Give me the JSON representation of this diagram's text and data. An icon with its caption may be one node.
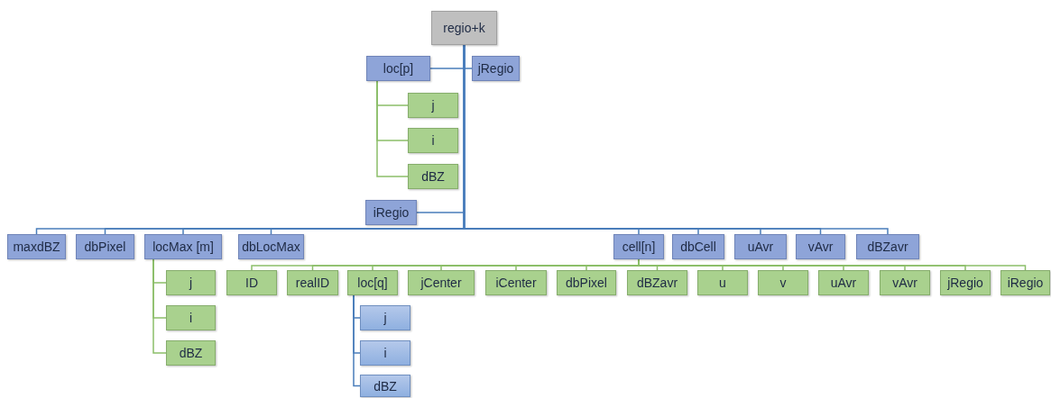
{
  "diagram": {
    "nodes": [
      {
        "text": [
          "regio+k"
        ]
      },
      {
        "text": [
          "loc[p]"
        ]
      },
      {
        "text": [
          "jRegio"
        ]
      },
      {
        "text": [
          "j"
        ]
      },
      {
        "text": [
          "i"
        ]
      },
      {
        "text": [
          "dBZ"
        ]
      },
      {
        "text": [
          "iRegio"
        ]
      },
      {
        "text": [
          "maxdBZ"
        ]
      },
      {
        "text": [
          "dbPixel"
        ]
      },
      {
        "text": [
          "locMax [m]"
        ]
      },
      {
        "text": [
          "dbLocMax"
        ]
      },
      {
        "text": [
          "cell[n]"
        ]
      },
      {
        "text": [
          "dbCell"
        ]
      },
      {
        "text": [
          "uAvr"
        ]
      },
      {
        "text": [
          "vAvr"
        ]
      },
      {
        "text": [
          "dBZavr"
        ]
      },
      {
        "text": [
          "j"
        ]
      },
      {
        "text": [
          "i"
        ]
      },
      {
        "text": [
          "dBZ"
        ]
      },
      {
        "text": [
          "ID"
        ]
      },
      {
        "text": [
          "realID"
        ]
      },
      {
        "text": [
          "loc[q]"
        ]
      },
      {
        "text": [
          "jCenter"
        ]
      },
      {
        "text": [
          "iCenter"
        ]
      },
      {
        "text": [
          "dbPixel"
        ]
      },
      {
        "text": [
          "dBZavr"
        ]
      },
      {
        "text": [
          "u"
        ]
      },
      {
        "text": [
          "v"
        ]
      },
      {
        "text": [
          "uAvr"
        ]
      },
      {
        "text": [
          "vAvr"
        ]
      },
      {
        "text": [
          "jRegio"
        ]
      },
      {
        "text": [
          "iRegio"
        ]
      },
      {
        "text": [
          "j"
        ]
      },
      {
        "text": [
          "i"
        ]
      },
      {
        "text": [
          "dBZ"
        ]
      }
    ],
    "edges": [
      {
        "from": 0,
        "to": 1,
        "arrow": "none",
        "color": "#4a7ebb"
      },
      {
        "from": 0,
        "to": 2,
        "arrow": "none",
        "color": "#4a7ebb"
      },
      {
        "from": 1,
        "to": 3,
        "arrow": "none"
      },
      {
        "from": 1,
        "to": 4,
        "arrow": "none"
      },
      {
        "from": 1,
        "to": 5,
        "arrow": "none"
      },
      {
        "from": 0,
        "to": 6,
        "arrow": "none",
        "color": "#4a7ebb"
      },
      {
        "from": 0,
        "to": 7,
        "arrow": "none",
        "color": "#4a7ebb"
      },
      {
        "from": 0,
        "to": 8,
        "arrow": "none",
        "color": "#4a7ebb"
      },
      {
        "from": 0,
        "to": 9,
        "arrow": "none",
        "color": "#4a7ebb"
      },
      {
        "from": 0,
        "to": 10,
        "arrow": "none",
        "color": "#4a7ebb"
      },
      {
        "from": 0,
        "to": 11,
        "arrow": "none",
        "color": "#4a7ebb"
      },
      {
        "from": 0,
        "to": 12,
        "arrow": "none",
        "color": "#4a7ebb"
      },
      {
        "from": 0,
        "to": 13,
        "arrow": "none",
        "color": "#4a7ebb"
      },
      {
        "from": 0,
        "to": 14,
        "arrow": "none",
        "color": "#4a7ebb"
      },
      {
        "from": 0,
        "to": 15,
        "arrow": "none",
        "color": "#4a7ebb"
      },
      {
        "from": 9,
        "to": 16,
        "arrow": "none"
      },
      {
        "from": 9,
        "to": 17,
        "arrow": "none"
      },
      {
        "from": 9,
        "to": 18,
        "arrow": "none"
      },
      {
        "from": 11,
        "to": 19,
        "arrow": "none"
      },
      {
        "from": 11,
        "to": 20,
        "arrow": "none"
      },
      {
        "from": 11,
        "to": 21,
        "arrow": "none"
      },
      {
        "from": 11,
        "to": 22,
        "arrow": "none"
      },
      {
        "from": 11,
        "to": 23,
        "arrow": "none"
      },
      {
        "from": 11,
        "to": 24,
        "arrow": "none"
      },
      {
        "from": 11,
        "to": 25,
        "arrow": "none"
      },
      {
        "from": 11,
        "to": 26,
        "arrow": "none"
      },
      {
        "from": 11,
        "to": 27,
        "arrow": "none"
      },
      {
        "from": 11,
        "to": 28,
        "arrow": "none"
      },
      {
        "from": 11,
        "to": 29,
        "arrow": "none"
      },
      {
        "from": 11,
        "to": 30,
        "arrow": "none"
      },
      {
        "from": 11,
        "to": 31,
        "arrow": "none"
      },
      {
        "from": 21,
        "to": 32,
        "arrow": "none",
        "color": "#4a7ebb"
      },
      {
        "from": 21,
        "to": 33,
        "arrow": "none",
        "color": "#4a7ebb"
      },
      {
        "from": 21,
        "to": 34,
        "arrow": "none",
        "color": "#4a7ebb"
      }
    ]
  }
}
